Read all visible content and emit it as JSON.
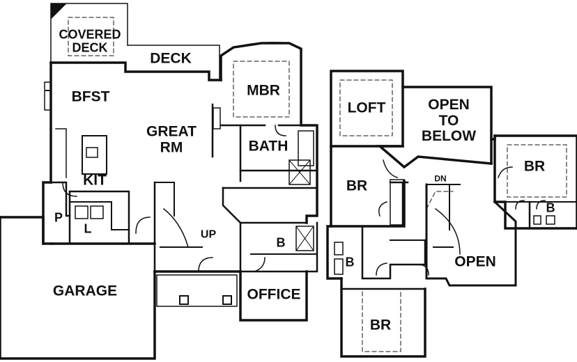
{
  "floor_plan": {
    "main_level": {
      "rooms": {
        "covered_deck": "COVERED\nDECK",
        "deck": "DECK",
        "mbr": "MBR",
        "bfst": "BFST",
        "great_rm": "GREAT\nRM",
        "bath": "BATH",
        "kit": "KIT",
        "p": "P",
        "l": "L",
        "up": "UP",
        "b": "B",
        "garage": "GARAGE",
        "office": "OFFICE"
      }
    },
    "upper_level": {
      "rooms": {
        "loft": "LOFT",
        "open_to_below": "OPEN\nTO\nBELOW",
        "br_mid": "BR",
        "br_right": "BR",
        "dn": "DN",
        "b_right": "B",
        "b_left": "B",
        "open": "OPEN",
        "br_bottom": "BR"
      }
    }
  }
}
